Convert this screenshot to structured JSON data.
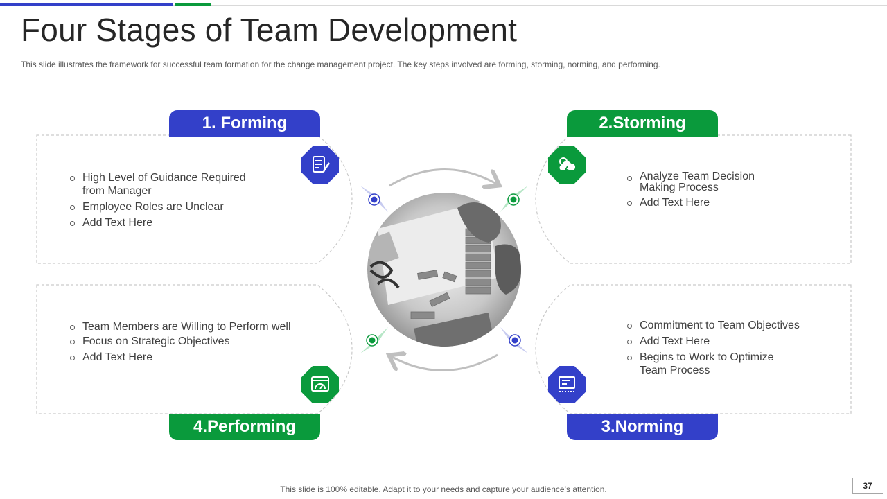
{
  "slide": {
    "title": "Four Stages of Team Development",
    "subtitle": "This slide illustrates the framework for successful team formation for the change management project. The key steps involved  are forming,  storming, norming,  and performing.",
    "footer": "This slide is 100% editable. Adapt it to your needs and capture your audience’s attention.",
    "page_number": "37"
  },
  "colors": {
    "blue": "#3340c9",
    "green": "#0a9a3c"
  },
  "stages": [
    {
      "label": "1. Forming",
      "icon": "document-pen-icon",
      "bullets": [
        "High Level of Guidance Required\nfrom Manager",
        "Employee Roles are Unclear",
        "Add Text Here"
      ]
    },
    {
      "label": "2.Storming",
      "icon": "cloud-sun-storm-icon",
      "bullets": [
        "Analyze  Team Decision\nMaking Process",
        "Add Text Here"
      ]
    },
    {
      "label": "3.Norming",
      "icon": "presentation-board-icon",
      "bullets": [
        "Commitment to Team Objectives",
        "Add Text Here",
        "Begins to Work to Optimize\nTeam Process"
      ]
    },
    {
      "label": "4.Performing",
      "icon": "speedometer-icon",
      "bullets": [
        "Team Members are Willing to Perform well",
        "Focus on Strategic Objectives",
        "Add Text Here"
      ]
    }
  ],
  "center_image": "jenga-blocks-photo"
}
